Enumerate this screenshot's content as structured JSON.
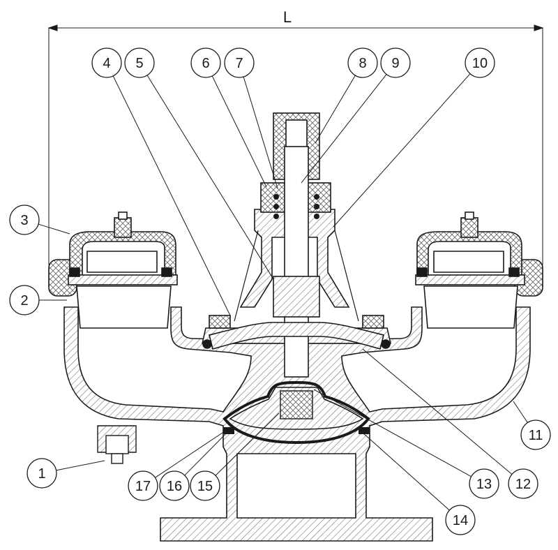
{
  "dimension": {
    "label": "L"
  },
  "callouts": [
    {
      "id": "1",
      "label": "1"
    },
    {
      "id": "2",
      "label": "2"
    },
    {
      "id": "3",
      "label": "3"
    },
    {
      "id": "4",
      "label": "4"
    },
    {
      "id": "5",
      "label": "5"
    },
    {
      "id": "6",
      "label": "6"
    },
    {
      "id": "7",
      "label": "7"
    },
    {
      "id": "8",
      "label": "8"
    },
    {
      "id": "9",
      "label": "9"
    },
    {
      "id": "10",
      "label": "10"
    },
    {
      "id": "11",
      "label": "11"
    },
    {
      "id": "12",
      "label": "12"
    },
    {
      "id": "13",
      "label": "13"
    },
    {
      "id": "14",
      "label": "14"
    },
    {
      "id": "15",
      "label": "15"
    },
    {
      "id": "16",
      "label": "16"
    },
    {
      "id": "17",
      "label": "17"
    }
  ],
  "colors": {
    "stroke": "#1a1a1a",
    "hatch": "#555555",
    "fill": "#ffffff"
  }
}
